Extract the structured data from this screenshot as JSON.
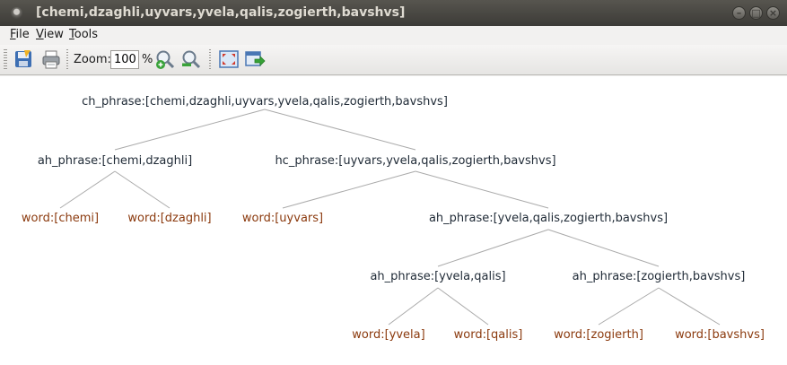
{
  "window": {
    "title": "[chemi,dzaghli,uyvars,yvela,qalis,zogierth,bavshvs]"
  },
  "menu": [
    {
      "label": "File",
      "mnemonic": "F",
      "rest": "ile"
    },
    {
      "label": "View",
      "mnemonic": "V",
      "rest": "iew"
    },
    {
      "label": "Tools",
      "mnemonic": "T",
      "rest": "ools"
    }
  ],
  "toolbar": {
    "zoom_label": "Zoom:",
    "zoom_value": "100",
    "zoom_unit": "%",
    "icons": [
      "save-icon",
      "print-icon",
      "zoom-in-icon",
      "zoom-out-icon",
      "fit-to-window-icon",
      "export-icon"
    ]
  },
  "tree": {
    "root": "ch_phrase:[chemi,dzaghli,uyvars,yvela,qalis,zogierth,bavshvs]",
    "ah1": "ah_phrase:[chemi,dzaghli]",
    "hc": "hc_phrase:[uyvars,yvela,qalis,zogierth,bavshvs]",
    "w_chemi": "word:[chemi]",
    "w_dzaghli": "word:[dzaghli]",
    "w_uyvars": "word:[uyvars]",
    "ah2": "ah_phrase:[yvela,qalis,zogierth,bavshvs]",
    "ah3": "ah_phrase:[yvela,qalis]",
    "ah4": "ah_phrase:[zogierth,bavshvs]",
    "w_yvela": "word:[yvela]",
    "w_qalis": "word:[qalis]",
    "w_zogierth": "word:[zogierth]",
    "w_bavshvs": "word:[bavshvs]"
  },
  "colors": {
    "phrase_text": "#1f2a36",
    "word_text": "#8b3a0e",
    "edge": "#aaaaaa"
  }
}
